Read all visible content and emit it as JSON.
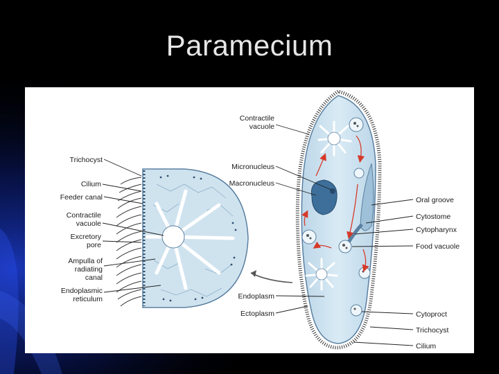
{
  "slide": {
    "title": "Paramecium"
  },
  "colors": {
    "background": "#000000",
    "accent_blue": "#1d3fd6",
    "cell_fill": "#cfe3ef",
    "cell_outline": "#5a7fa0",
    "nucleus": "#3d6f9a",
    "arrow": "#d63a2a"
  },
  "diagram": {
    "left_labels": {
      "trichocyst": "Trichocyst",
      "cilium": "Cilium",
      "feeder_canal": "Feeder canal",
      "contractile_vacuole_1": "Contractile",
      "contractile_vacuole_2": "vacuole",
      "excretory_pore_1": "Excretory",
      "excretory_pore_2": "pore",
      "ampulla_1": "Ampulla of",
      "ampulla_2": "radiating",
      "ampulla_3": "canal",
      "endoplasmic_reticulum_1": "Endoplasmic",
      "endoplasmic_reticulum_2": "reticulum"
    },
    "center_labels": {
      "contractile_vacuole_1": "Contractile",
      "contractile_vacuole_2": "vacuole",
      "micronucleus": "Micronucleus",
      "macronucleus": "Macronucleus",
      "endoplasm": "Endoplasm",
      "ectoplasm": "Ectoplasm"
    },
    "right_labels": {
      "oral_groove": "Oral groove",
      "cytostome": "Cytostome",
      "cytopharynx": "Cytopharynx",
      "food_vacuole": "Food vacuole",
      "cytoproct": "Cytoproct",
      "trichocyst": "Trichocyst",
      "cilium": "Cilium"
    }
  }
}
